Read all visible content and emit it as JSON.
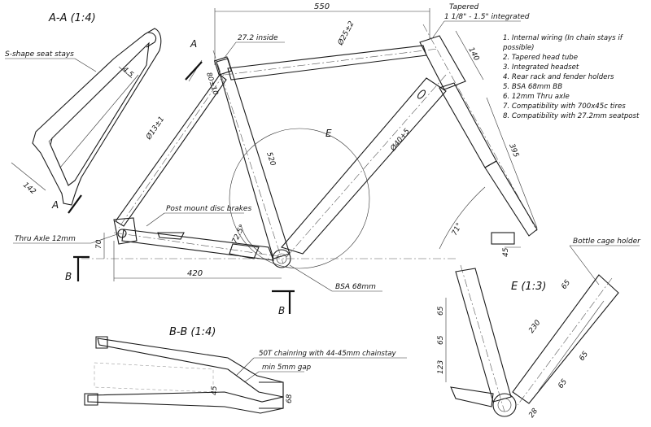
{
  "views": {
    "section_aa": "A-A (1:4)",
    "section_bb": "B-B (1:4)",
    "detail_e": "E (1:3)",
    "section_markers": {
      "a": "A",
      "b": "B",
      "e": "E"
    }
  },
  "callouts": {
    "seat_stays": "S-shape seat stays",
    "tapered": "Tapered",
    "head_tube_spec": "1 1/8\" - 1.5\" integrated",
    "seatpost_inside": "27.2 inside",
    "disc_brakes": "Post mount disc brakes",
    "thru_axle": "Thru Axle 12mm",
    "bsa": "BSA 68mm",
    "bottle_cage": "Bottle cage holder",
    "chainring": "50T chainring with 44-45mm chainstay",
    "gap": "min 5mm gap"
  },
  "dimensions": {
    "top_length": "550",
    "head_tube": "140",
    "fork_length": "395",
    "seat_tube": "520",
    "chainstay": "420",
    "bb_drop": "70",
    "top_tube_dia": "Ø25±2",
    "down_tube_dia": "Ø40+5",
    "seat_stay_dia": "Ø13±1",
    "seat_tube_top": "80±10",
    "seat_angle": "72.5°",
    "head_angle": "71°",
    "fork_offset": "45",
    "stay_width": "142",
    "stay_offset": "4.5",
    "detail_65_a": "65",
    "detail_65_b": "65",
    "detail_123": "123",
    "detail_230": "230",
    "detail_65_c": "65",
    "detail_65_d": "65",
    "detail_65_e": "65",
    "detail_28": "28",
    "bb_section_68": "68",
    "bb_section_45": "45"
  },
  "notes": [
    "1. Internal wiring (In chain stays if",
    "possible)",
    "2. Tapered head tube",
    "3. Integrated headset",
    "4. Rear rack and fender holders",
    "5. BSA 68mm BB",
    "6. 12mm Thru axle",
    "7. Compatibility with 700x45c tires",
    "8. Compatibility with 27.2mm seatpost"
  ]
}
